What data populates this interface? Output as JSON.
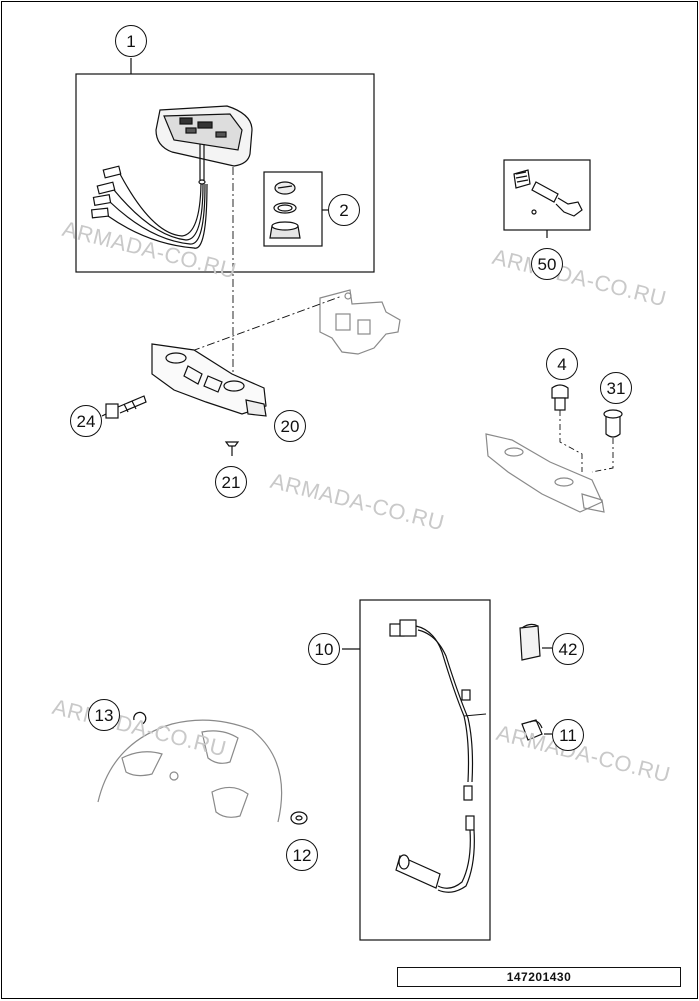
{
  "callouts": [
    {
      "id": "c1",
      "label": "1"
    },
    {
      "id": "c2",
      "label": "2"
    },
    {
      "id": "c50",
      "label": "50"
    },
    {
      "id": "c4",
      "label": "4"
    },
    {
      "id": "c31",
      "label": "31"
    },
    {
      "id": "c24",
      "label": "24"
    },
    {
      "id": "c20",
      "label": "20"
    },
    {
      "id": "c21",
      "label": "21"
    },
    {
      "id": "c10",
      "label": "10"
    },
    {
      "id": "c42",
      "label": "42"
    },
    {
      "id": "c13",
      "label": "13"
    },
    {
      "id": "c11",
      "label": "11"
    },
    {
      "id": "c12",
      "label": "12"
    }
  ],
  "watermark": "ARMADA-CO.RU",
  "diagram_number": "147201430",
  "colors": {
    "line": "#111111",
    "watermark": "#c9c9c9",
    "ghost": "#8a8a8a"
  }
}
